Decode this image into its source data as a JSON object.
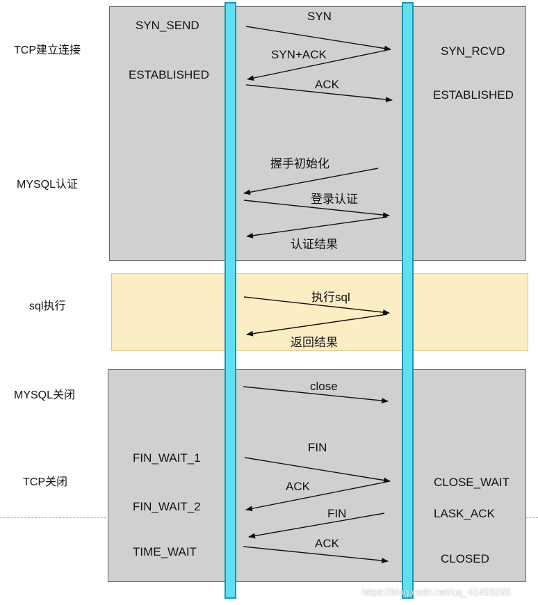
{
  "phases": {
    "tcp_connect": "TCP建立连接",
    "mysql_auth": "MYSQL认证",
    "sql_exec": "sql执行",
    "mysql_close": "MYSQL关闭",
    "tcp_close": "TCP关闭"
  },
  "client_states": {
    "syn_send": "SYN_SEND",
    "established": "ESTABLISHED",
    "fin_wait_1": "FIN_WAIT_1",
    "fin_wait_2": "FIN_WAIT_2",
    "time_wait": "TIME_WAIT"
  },
  "server_states": {
    "syn_rcvd": "SYN_RCVD",
    "established": "ESTABLISHED",
    "close_wait": "CLOSE_WAIT",
    "last_ack": "LASK_ACK",
    "closed": "CLOSED"
  },
  "messages": {
    "syn": "SYN",
    "syn_ack": "SYN+ACK",
    "ack1": "ACK",
    "handshake_init": "握手初始化",
    "login_auth": "登录认证",
    "auth_result": "认证结果",
    "exec_sql": "执行sql",
    "return_result": "返回结果",
    "close": "close",
    "fin1": "FIN",
    "ack2": "ACK",
    "fin2": "FIN",
    "ack3": "ACK"
  },
  "watermark": "https://blog.csdn.net/qq_41453285",
  "colors": {
    "gray_panel": "#d0d0d0",
    "yellow_panel": "#fdedc4",
    "lifeline": "#5fe0f2"
  }
}
